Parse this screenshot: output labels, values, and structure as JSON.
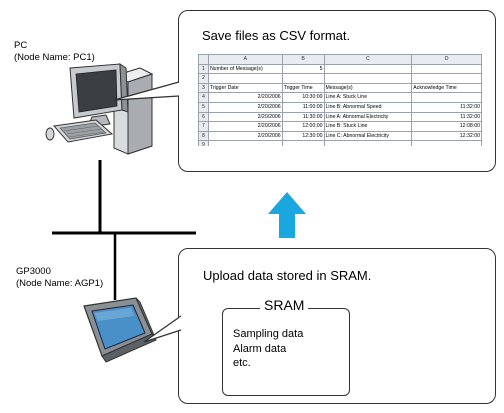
{
  "pc": {
    "name": "PC",
    "node_name": "(Node Name: PC1)"
  },
  "gp": {
    "name": "GP3000",
    "node_name": "(Node Name: AGP1)"
  },
  "top_callout": {
    "heading": "Save files as CSV format."
  },
  "spreadsheet": {
    "columns": [
      "",
      "A",
      "B",
      "C",
      "D"
    ],
    "rows": [
      [
        "1",
        "Number of Message(s)",
        "5",
        "",
        ""
      ],
      [
        "2",
        "",
        "",
        "",
        ""
      ],
      [
        "3",
        "Trigger Date",
        "Trigger Time",
        "Message(s)",
        "Acknowledge Time"
      ],
      [
        "4",
        "2/20/2006",
        "10:30:00",
        "Line A: Stuck Line",
        ""
      ],
      [
        "5",
        "2/20/2006",
        "11:00:00",
        "Line B: Abnormal Speed",
        "11:32:00"
      ],
      [
        "6",
        "2/20/2006",
        "11:30:00",
        "Line A: Abnormal Electricity",
        "11:32:00"
      ],
      [
        "7",
        "2/20/2006",
        "12:00:00",
        "Line B: Stuck Line",
        "12:08:00"
      ],
      [
        "8",
        "2/20/2006",
        "12:30:00",
        "Line C: Abnormal Electricity",
        "12:32:00"
      ],
      [
        "9",
        "",
        "",
        "",
        ""
      ]
    ]
  },
  "bottom_callout": {
    "heading": "Upload data stored in SRAM.",
    "sram_title": "SRAM",
    "lines": [
      "Sampling data",
      "Alarm data",
      "etc."
    ]
  },
  "colors": {
    "arrow": "#1aa7e0",
    "screen": "#4a90c8",
    "device_gray": "#8a8f96"
  },
  "icons": [
    "pc-icon",
    "gp3000-panel-icon",
    "up-arrow-icon"
  ]
}
